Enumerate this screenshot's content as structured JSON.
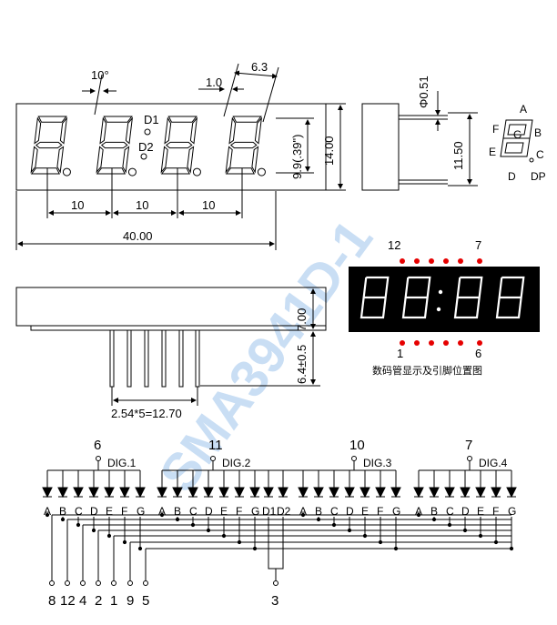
{
  "watermark": "SMA3941D-1",
  "top_view": {
    "angle": "10°",
    "seg_width": "1.0",
    "digit_width": "6.3",
    "d1": "D1",
    "d2": "D2",
    "digit_height": "9.9(.39\")",
    "height": "14.00",
    "pitch_labels": [
      "10",
      "10",
      "10"
    ],
    "length": "40.00"
  },
  "side_view": {
    "pin_dia": "Φ0.51",
    "pin_span": "11.50"
  },
  "segment_legend": {
    "a": "A",
    "b": "B",
    "c": "C",
    "d": "D",
    "e": "E",
    "f": "F",
    "g": "G",
    "dp": "DP"
  },
  "front_view": {
    "body_height": "7.00",
    "pin_length": "6.4±0.5",
    "pitch": "2.54*5=12.70"
  },
  "display_photo": {
    "text": "88:88",
    "top_pin_left": "12",
    "top_pin_right": "7",
    "bottom_pin_left": "1",
    "bottom_pin_right": "6",
    "caption": "数码管显示及引脚位置图"
  },
  "schematic": {
    "digits": [
      {
        "pin": "6",
        "label": "DIG.1"
      },
      {
        "pin": "11",
        "label": "DIG.2"
      },
      {
        "pin": "10",
        "label": "DIG.3"
      },
      {
        "pin": "7",
        "label": "DIG.4"
      }
    ],
    "segments": [
      "A",
      "B",
      "C",
      "D",
      "E",
      "F",
      "G"
    ],
    "colon": [
      "D1",
      "D2"
    ],
    "bottom_pins": [
      "8",
      "12",
      "4",
      "2",
      "1",
      "9",
      "5"
    ],
    "colon_pin": "3"
  }
}
